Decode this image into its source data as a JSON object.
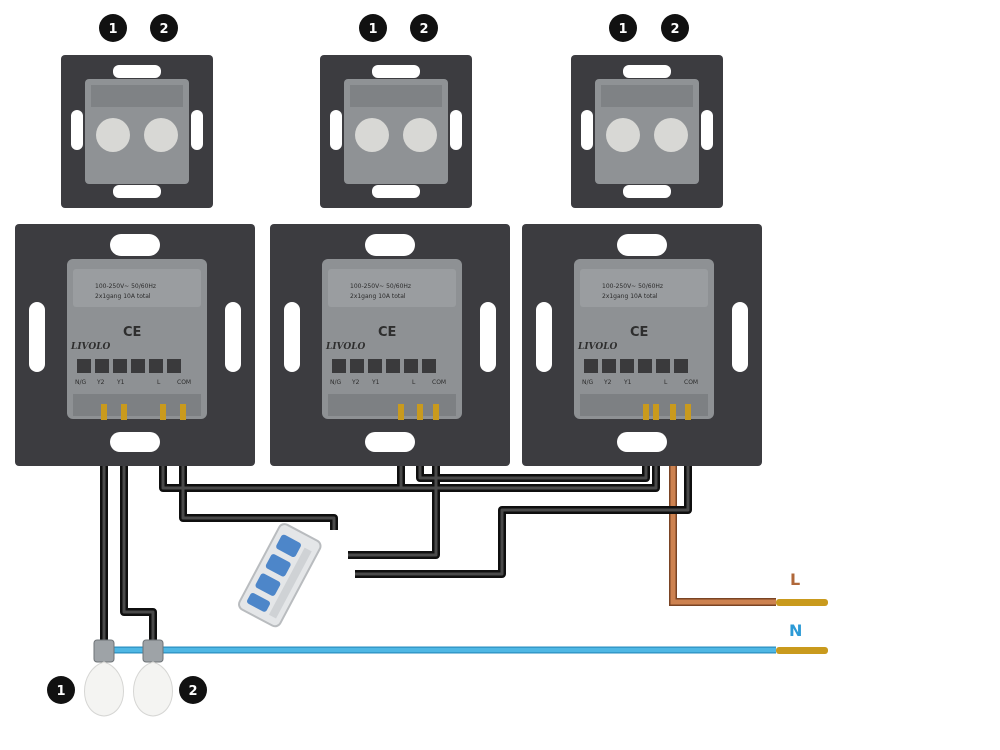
{
  "badges": {
    "one": "1",
    "two": "2"
  },
  "wire_labels": {
    "live": "L",
    "neutral": "N"
  },
  "module": {
    "brand": "LIVOLO",
    "ce_mark": "CE",
    "rating_line_1": "100-250V~ 50/60Hz",
    "rating_line_2": "2x1gang 10A total",
    "terminals": [
      "N/G",
      "Y2",
      "Y1",
      "L",
      "COM"
    ]
  },
  "colors": {
    "live_wire": "#c87a45",
    "neutral_wire": "#49b3e0",
    "control_wire": "#1e1e1e",
    "frame": "#3c3c40",
    "module_body": "#8e9194",
    "badge": "#111111",
    "live_label": "#b0683a",
    "neutral_label": "#2c9ad6",
    "connector": "#4d86c9"
  },
  "icons": [
    "switch-mechanism-icon",
    "light-bulb-icon",
    "wago-connector-icon"
  ]
}
